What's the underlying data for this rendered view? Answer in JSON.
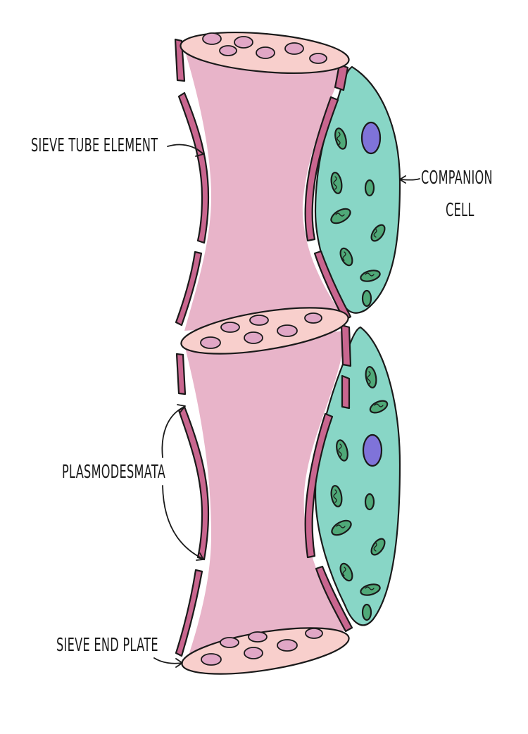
{
  "labels": {
    "sieve_tube_element": "SIEVE TUBE ELEMENT",
    "companion_cell_line1": "COMPANION",
    "companion_cell_line2": "CELL",
    "plasmodesmata": "PLASMODESMATA",
    "sieve_end_plate": "SIEVE END PLATE"
  },
  "colors": {
    "cytoplasm": "#e8b4c9",
    "cell_wall": "#c9668f",
    "sieve_plate": "#f8cfcc",
    "sieve_pore": "#e1a7c6",
    "companion_cell": "#88d6c6",
    "nucleus": "#7f73d9",
    "mitochondria": "#4fa978",
    "outline": "#1a1a1a"
  }
}
